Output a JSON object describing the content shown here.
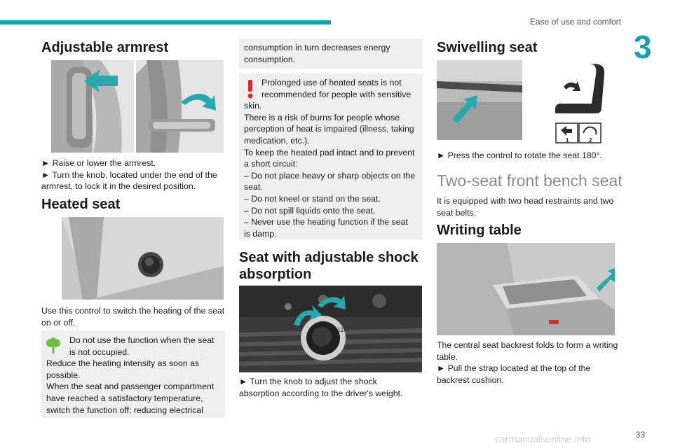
{
  "header": {
    "section_title": "Ease of use and comfort",
    "chapter_number": "3"
  },
  "col1": {
    "armrest": {
      "title": "Adjustable armrest",
      "lines": [
        "► Raise or lower the armrest.",
        "► Turn the knob, located under the end of the",
        "armrest, to lock it in the desired position."
      ]
    },
    "heated": {
      "title": "Heated seat",
      "lines": [
        "Use this control to switch the heating of the seat",
        "on or off."
      ]
    },
    "eco_box": {
      "lines": [
        "Do not use the function when the seat",
        "is not occupied.",
        "Reduce the heating intensity as soon as",
        "possible.",
        "When the seat and passenger compartment",
        "have reached a satisfactory temperature,",
        "switch the function off; reducing electrical"
      ],
      "icon": "leaf-icon",
      "icon_color": "#6cc04a"
    }
  },
  "col2": {
    "eco_box_cont": {
      "lines": [
        "consumption in turn decreases energy",
        "consumption."
      ]
    },
    "warning_box": {
      "lines": [
        "Prolonged use of heated seats is not",
        "recommended for people with sensitive",
        "skin.",
        "There is a risk of burns for people whose",
        "perception of heat is impaired (illness, taking",
        "medication, etc.).",
        "To keep the heated pad intact and to prevent",
        "a short circuit:",
        "– Do not place heavy or sharp objects on the",
        "seat.",
        "– Do not kneel or stand on the seat.",
        "– Do not spill liquids onto the seat.",
        "– Never use the heating function if the seat",
        "is damp."
      ],
      "icon": "exclamation-icon",
      "icon_color": "#e3262f"
    },
    "shock": {
      "title_lines": [
        "Seat with adjustable shock",
        "absorption"
      ],
      "lines": [
        "► Turn the knob to adjust the shock",
        "absorption according to the driver's weight."
      ],
      "knob_label": "110"
    }
  },
  "col3": {
    "swivel": {
      "title": "Swivelling seat",
      "lines": [
        "► Press the control to rotate the seat 180°."
      ],
      "icon_labels": [
        "1",
        "2"
      ]
    },
    "bench": {
      "title": "Two-seat front bench seat",
      "lines": [
        "It is equipped with two head restraints and two",
        "seat belts."
      ]
    },
    "table": {
      "title": "Writing table",
      "lines": [
        "The central seat backrest folds to form a writing",
        "table.",
        "► Pull the strap located at the top of the",
        "backrest cushion."
      ]
    }
  },
  "footer": {
    "page_number": "33",
    "watermark": "carmanualsonline.info"
  },
  "colors": {
    "accent": "#17a2a7",
    "box_bg": "#eeeeee",
    "arrow": "#2aa7ad"
  }
}
